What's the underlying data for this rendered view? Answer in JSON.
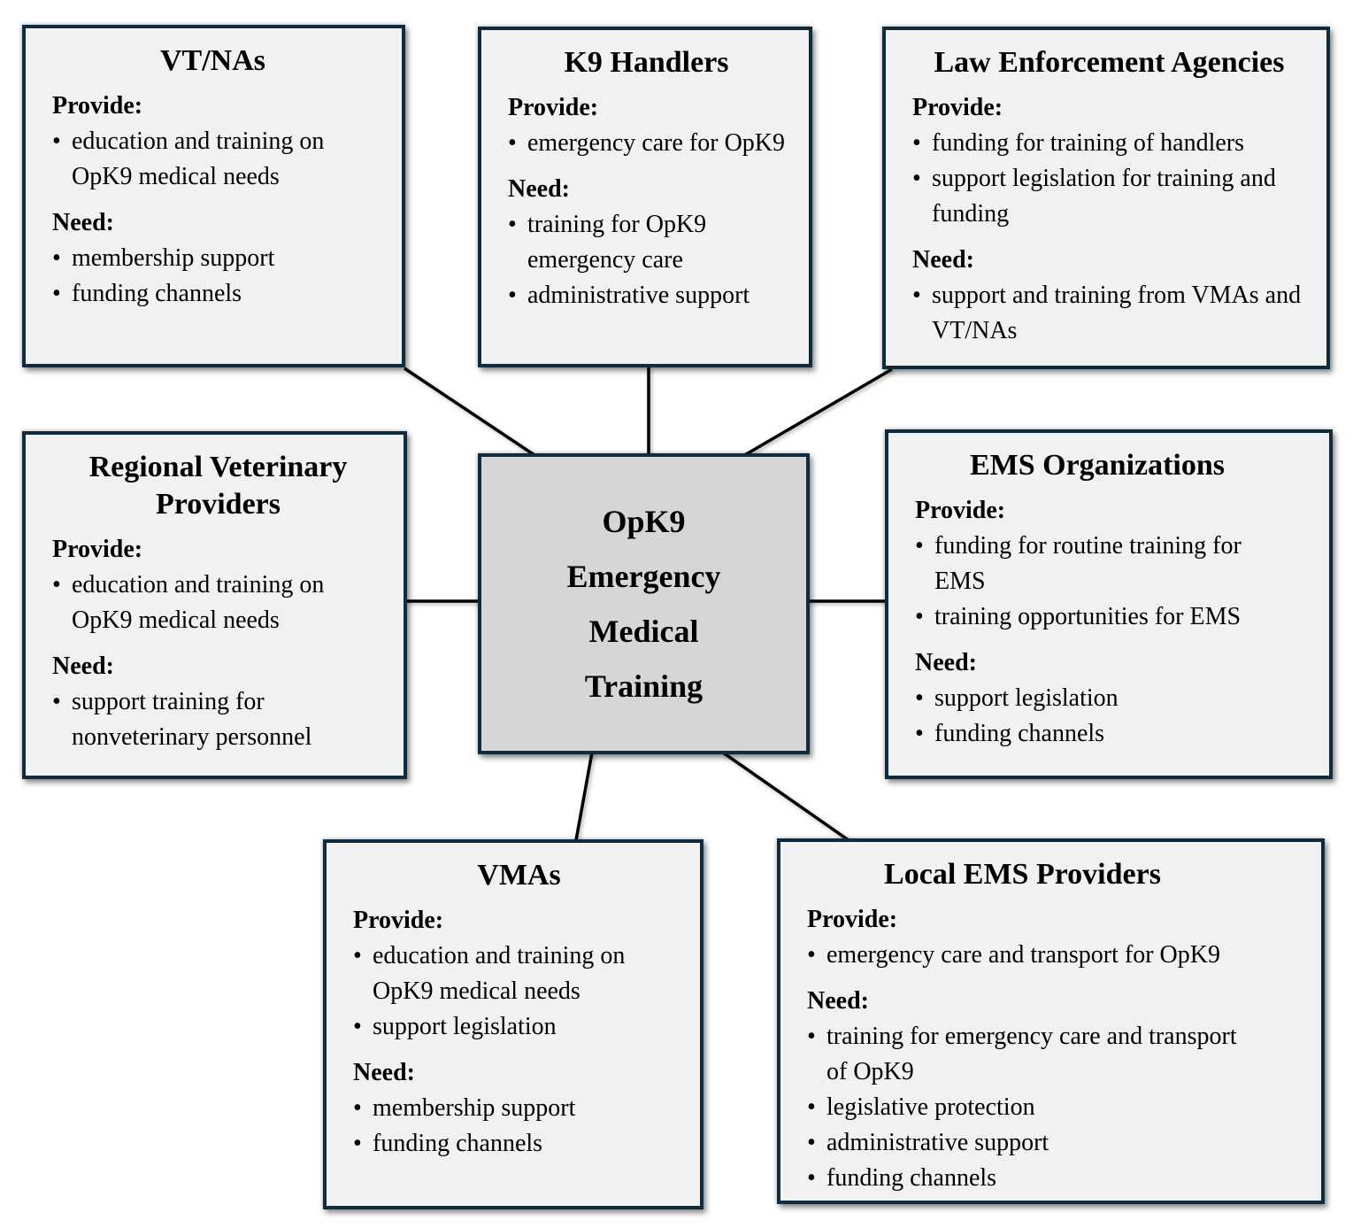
{
  "labels": {
    "provide": "Provide:",
    "need": "Need:"
  },
  "center": {
    "lines": [
      "OpK9",
      "Emergency",
      "Medical",
      "Training"
    ]
  },
  "boxes": [
    {
      "title": "VT/NAs",
      "provide": [
        "education and training on OpK9 medical needs"
      ],
      "need": [
        "membership support",
        "funding channels"
      ]
    },
    {
      "title": "K9 Handlers",
      "provide": [
        "emergency care for OpK9"
      ],
      "need": [
        "training for OpK9 emergency care",
        "administrative support"
      ]
    },
    {
      "title": "Law Enforcement Agencies",
      "provide": [
        "funding for training of handlers",
        "support legislation for training and funding"
      ],
      "need": [
        "support and training from VMAs and VT/NAs"
      ]
    },
    {
      "title": "Regional Veterinary Providers",
      "provide": [
        "education and training on OpK9 medical needs"
      ],
      "need": [
        "support training for nonveterinary personnel"
      ]
    },
    {
      "title": "EMS Organizations",
      "provide": [
        "funding for routine training for EMS",
        "training opportunities for EMS"
      ],
      "need": [
        "support legislation",
        "funding channels"
      ]
    },
    {
      "title": "VMAs",
      "provide": [
        "education and training on OpK9 medical needs",
        "support legislation"
      ],
      "need": [
        "membership support",
        "funding channels"
      ]
    },
    {
      "title": "Local EMS Providers",
      "provide": [
        "emergency care and transport for OpK9"
      ],
      "need": [
        "training for emergency care and transport of OpK9",
        "legislative protection",
        "administrative support",
        "funding channels"
      ]
    }
  ],
  "colors": {
    "background": "#ffffff",
    "box_border": "#0f2c3c",
    "box_fill": "#f1f1f1",
    "center_fill": "#d6d6d6",
    "connector_line": "#000000",
    "text": "#000000"
  }
}
